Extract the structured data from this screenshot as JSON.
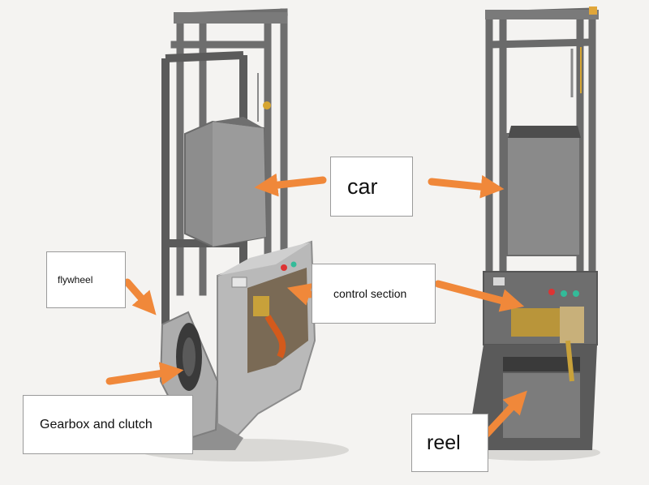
{
  "labels": {
    "car": "car",
    "flywheel": "flywheel",
    "control_section": "control section",
    "gearbox_and_clutch": "Gearbox and clutch",
    "reel": "reel"
  },
  "colors": {
    "background": "#f4f3f1",
    "frame": "#6e6e6e",
    "frame_dark": "#4d4d4d",
    "panel": "#b9b9b9",
    "car": "#8d8d8d",
    "arrow": "#f0883a",
    "component_yellow": "#c8a13a"
  }
}
